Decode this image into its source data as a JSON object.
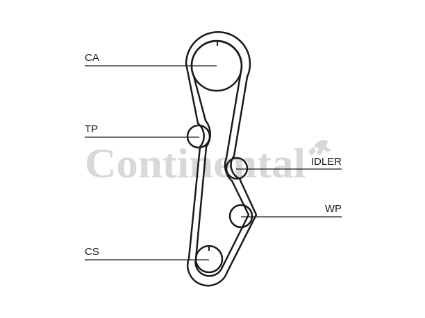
{
  "watermark": {
    "text": "Continental",
    "logo": "rearing-horse-logo",
    "color": "#cccccc"
  },
  "labels": {
    "ca": "CA",
    "tp": "TP",
    "idler": "IDLER",
    "wp": "WP",
    "cs": "CS"
  },
  "colors": {
    "belt": "#1a1a1a",
    "background": "#ffffff"
  }
}
